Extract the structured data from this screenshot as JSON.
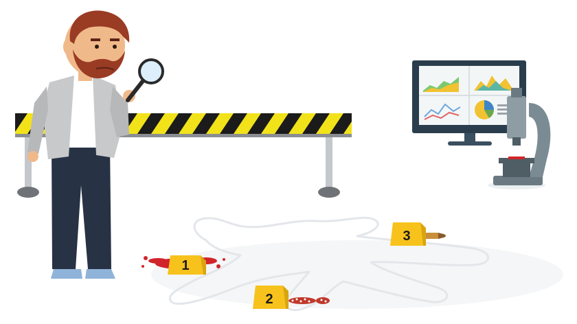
{
  "evidence_markers": [
    {
      "number": "1"
    },
    {
      "number": "2"
    },
    {
      "number": "3"
    }
  ],
  "colors": {
    "marker_yellow": "#f7c21c",
    "tape_yellow": "#f2e21a",
    "tape_black": "#1b1b1b",
    "blood_red": "#d0252a",
    "beard_brown": "#9a3b24",
    "jacket_gray": "#c8c9cb",
    "pants_navy": "#273244",
    "monitor_dark": "#2a3d4c"
  },
  "icons": [
    "detective-figure",
    "magnifying-glass-icon",
    "barrier-tape",
    "computer-monitor-icon",
    "microscope-icon",
    "blood-splatter-icon",
    "shoeprint-icon",
    "bullet-icon",
    "body-outline"
  ]
}
